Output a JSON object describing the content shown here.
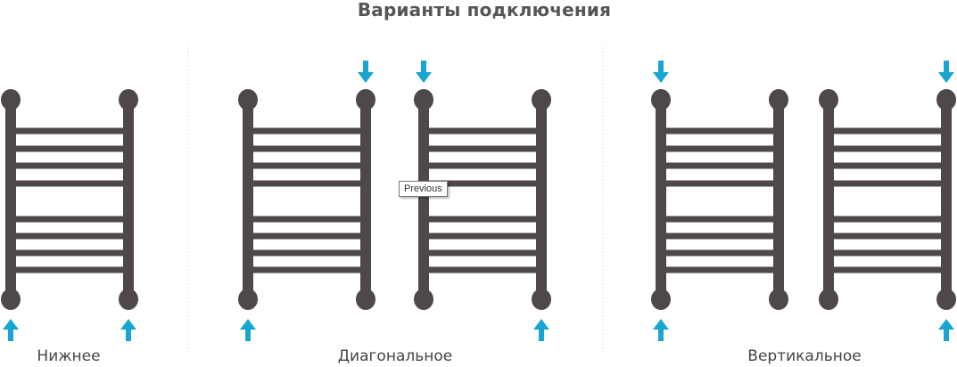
{
  "title": "Варианты подключения",
  "labels": [
    "Нижнее",
    "Диагональное",
    "Вертикальное"
  ],
  "tooltip": "Previous",
  "colors": {
    "rail": "#4f4848",
    "arrow": "#17a6d1",
    "separator": "#cfcfcf"
  },
  "towels": [
    {
      "name": "bottom",
      "arrows": [
        "left-bottom-up",
        "right-bottom-up"
      ]
    },
    {
      "name": "diagonal-a",
      "arrows": [
        "left-bottom-up",
        "right-top-down"
      ]
    },
    {
      "name": "diagonal-b",
      "arrows": [
        "left-top-down",
        "right-bottom-up"
      ]
    },
    {
      "name": "vertical-a",
      "arrows": [
        "left-top-down",
        "left-bottom-up"
      ]
    },
    {
      "name": "vertical-b",
      "arrows": [
        "right-top-down",
        "right-bottom-up"
      ]
    }
  ]
}
